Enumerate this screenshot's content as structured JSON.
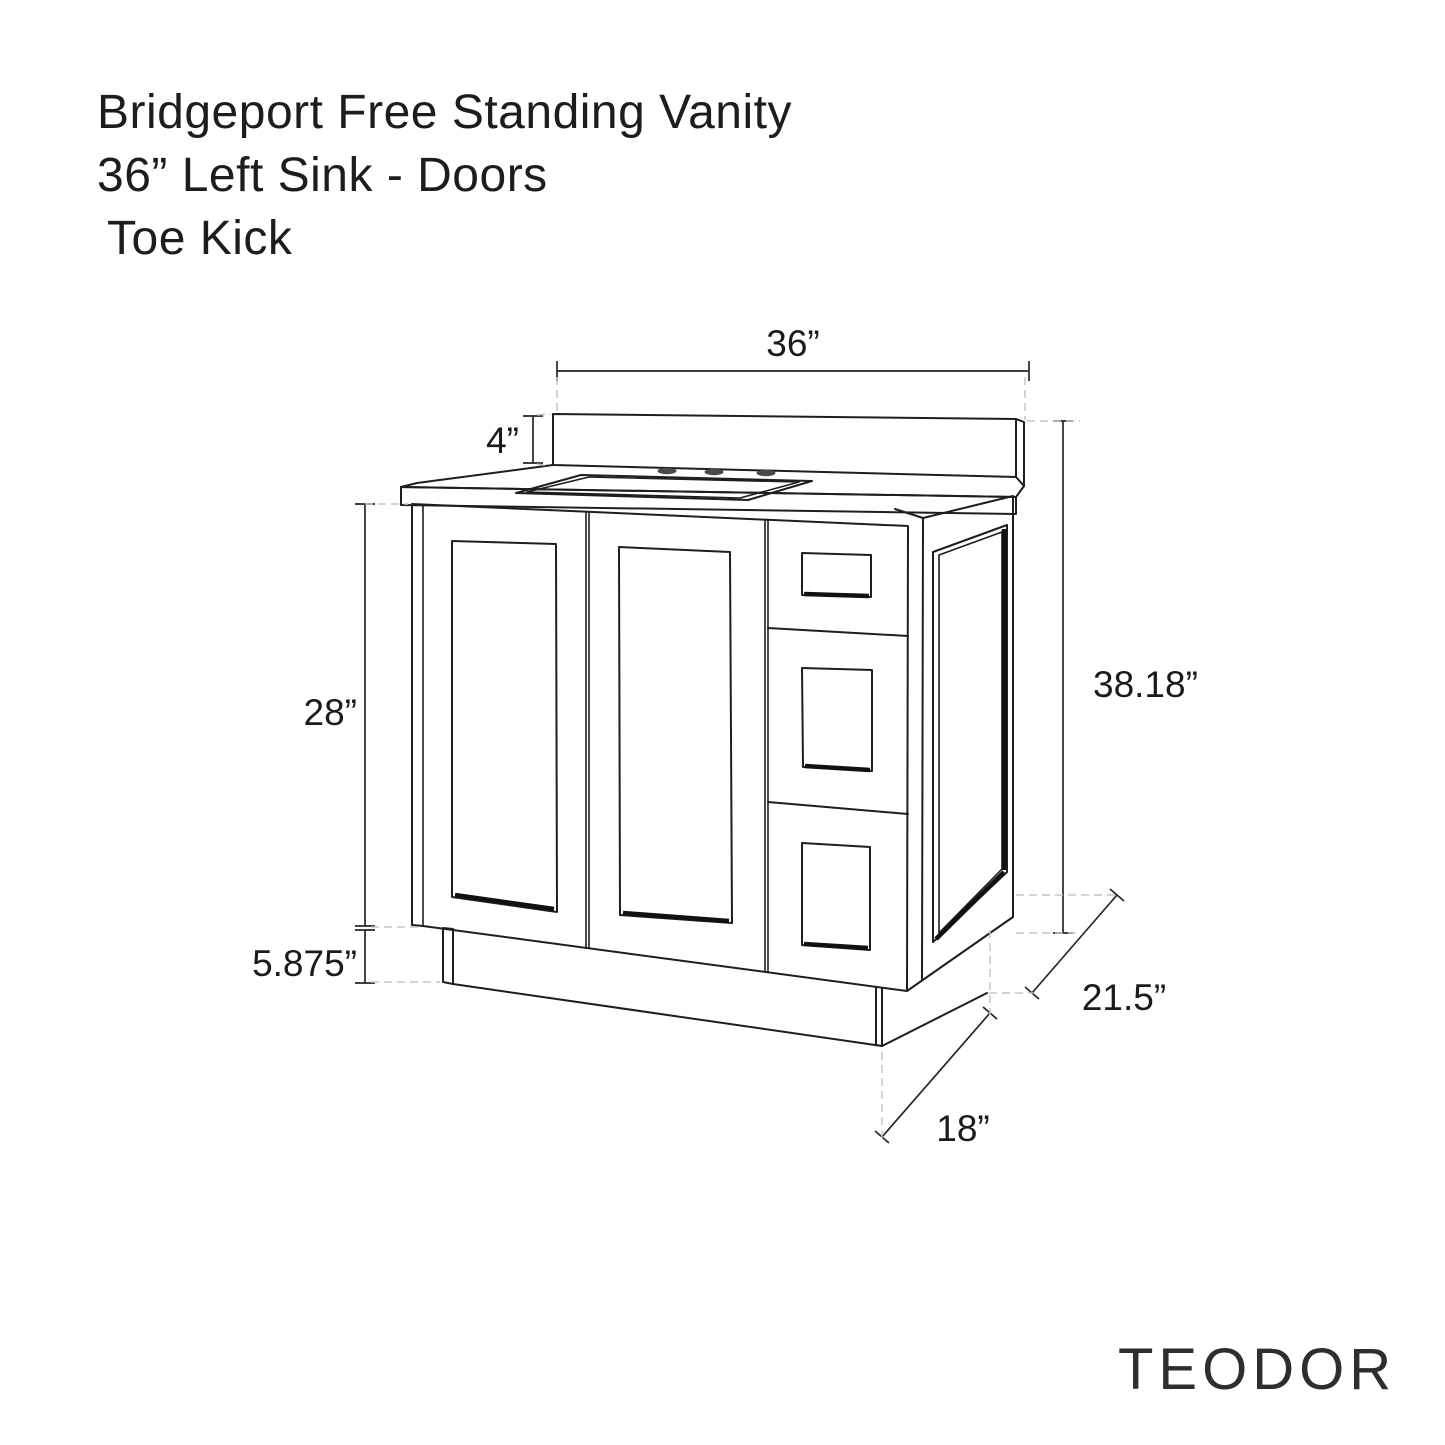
{
  "title": {
    "line1": "Bridgeport Free Standing Vanity",
    "line2": "36” Left Sink - Doors",
    "line3": " Toe Kick"
  },
  "brand": "TEODOR",
  "dimensions": {
    "width": "36”",
    "backsplash_height": "4”",
    "cabinet_height": "28”",
    "toe_kick_height": "5.875”",
    "total_height": "38.18”",
    "depth": "21.5”",
    "toe_kick_depth": "18”"
  },
  "colors": {
    "background": "#ffffff",
    "line": "#1e1e1e",
    "dashed_line": "#c6c6c6",
    "text": "#1b1b1b"
  }
}
